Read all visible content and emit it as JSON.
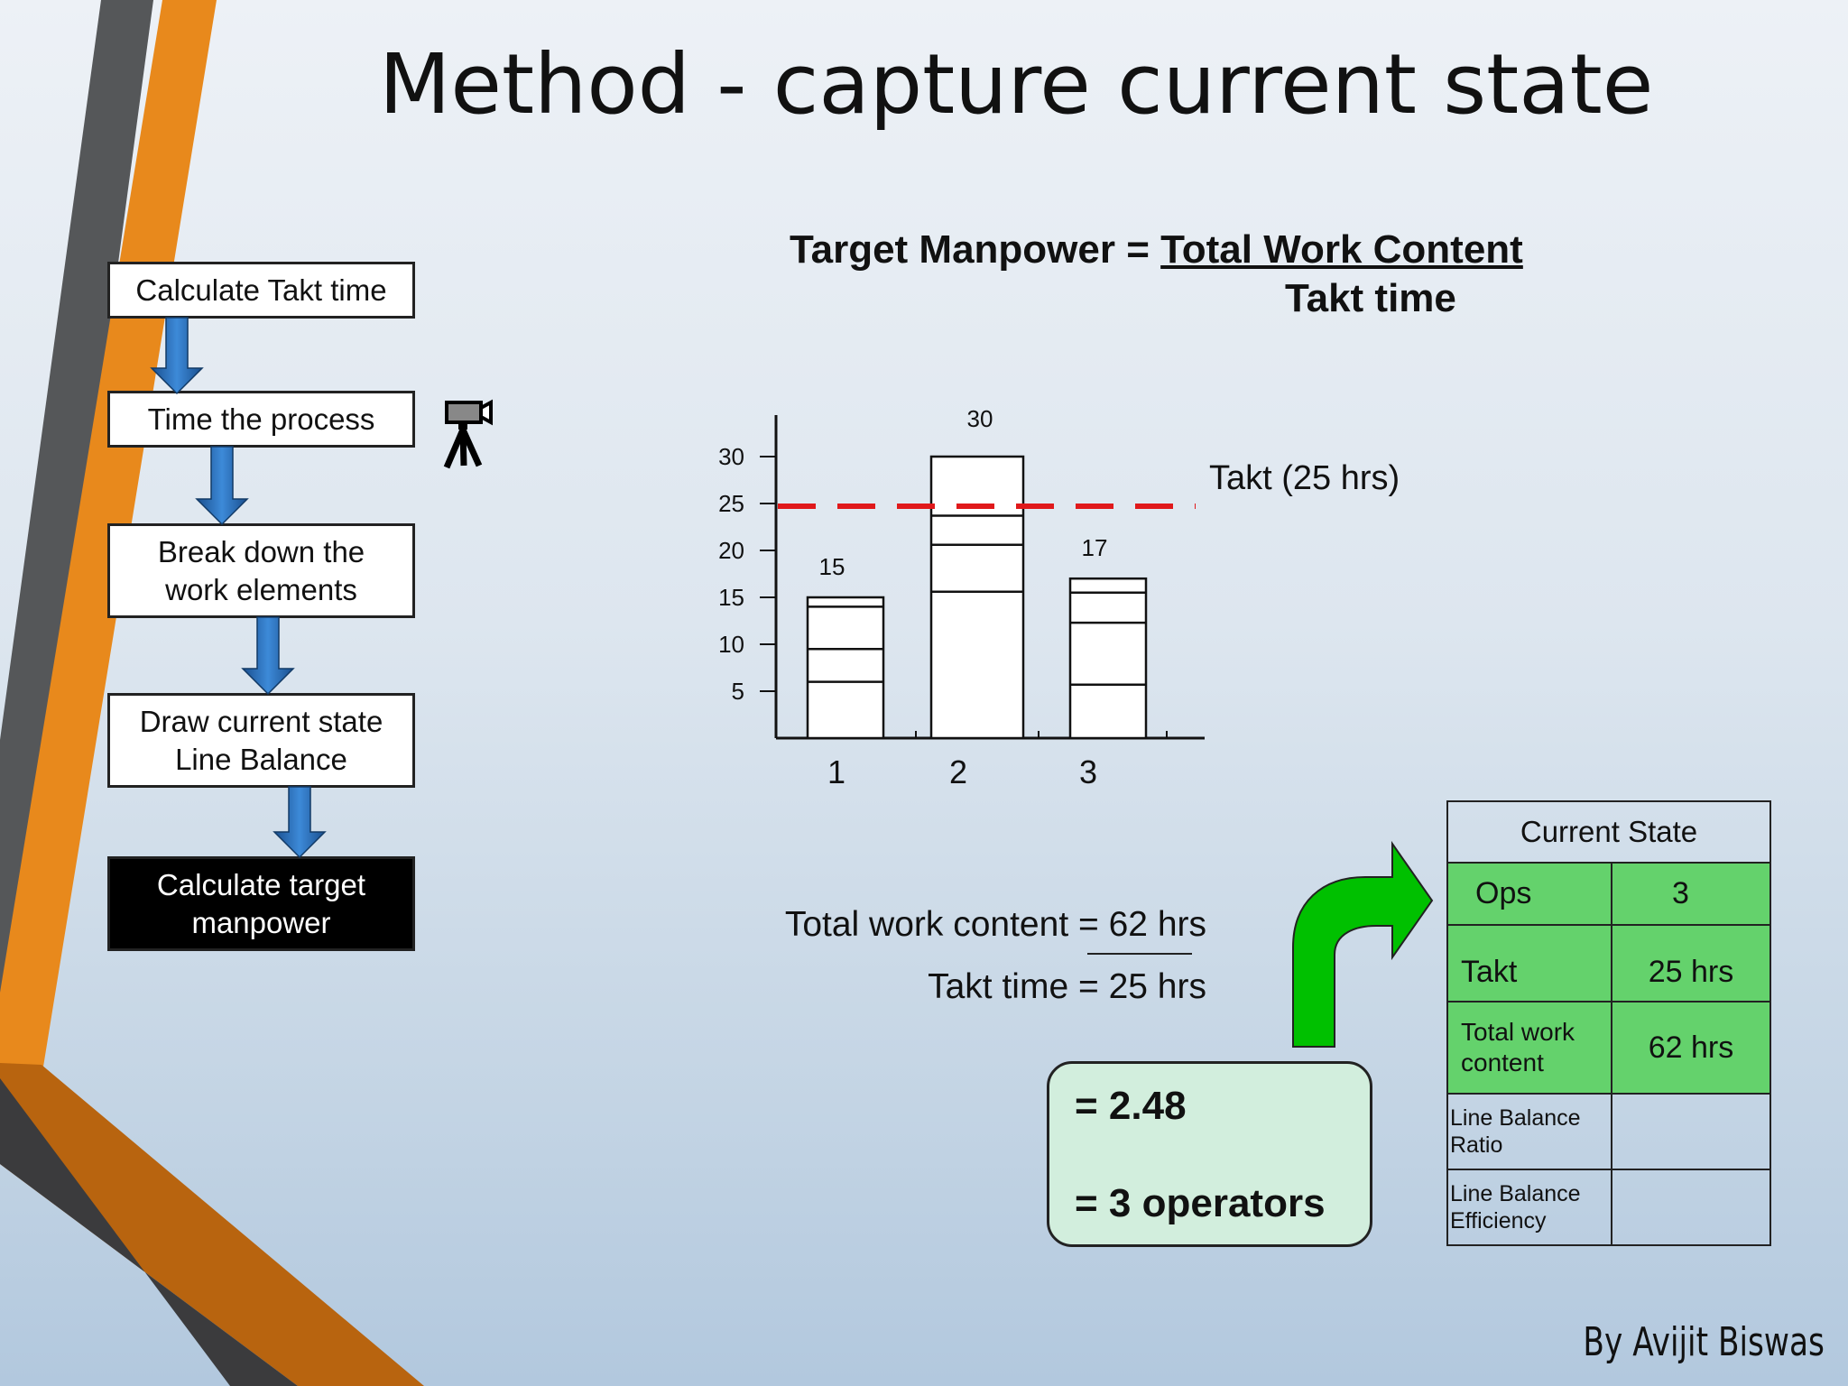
{
  "title": "Method - capture current state",
  "flow": {
    "steps": [
      "Calculate Takt time",
      "Time the process",
      "Break down the work elements",
      "Draw current state Line Balance",
      "Calculate target manpower"
    ]
  },
  "formula": {
    "lhs": "Target Manpower = ",
    "numerator": "Total Work Content",
    "denominator": "Takt time"
  },
  "chart_data": {
    "type": "bar",
    "categories": [
      "1",
      "2",
      "3"
    ],
    "values": [
      15,
      30,
      17
    ],
    "segments": [
      [
        6,
        9.5,
        14,
        15.6
      ],
      [
        15.6,
        20.6,
        23.7,
        30
      ],
      [
        5.7,
        12.3,
        15.5,
        17.2
      ]
    ],
    "value_labels": [
      "15",
      "30",
      "17"
    ],
    "y_ticks": [
      5,
      10,
      15,
      20,
      25,
      30
    ],
    "ylim": [
      0,
      34
    ],
    "reference_line": {
      "value": 25,
      "label": "Takt (25 hrs)",
      "color": "#e0191b",
      "style": "dashed"
    },
    "title": "",
    "xlabel": "",
    "ylabel": ""
  },
  "calc": {
    "line1": "Total work content = 62 hrs",
    "line2": "Takt time = 25 hrs"
  },
  "result": {
    "line1": "= 2.48",
    "line2": "= 3  operators"
  },
  "arrow_color": "#00c000",
  "table": {
    "header": "Current State",
    "rows": [
      {
        "label": "Ops",
        "value": "3",
        "highlight": true
      },
      {
        "label": "Takt",
        "value": "25 hrs",
        "highlight": true
      },
      {
        "label": "Total work content",
        "value": "62 hrs",
        "highlight": true
      },
      {
        "label": "Line Balance Ratio",
        "value": "",
        "highlight": false
      },
      {
        "label": "Line Balance Efficiency",
        "value": "",
        "highlight": false
      }
    ],
    "highlight_color": "#64d26c"
  },
  "author": "By Avijit Biswas",
  "icons": {
    "timing": "camera-icon"
  }
}
